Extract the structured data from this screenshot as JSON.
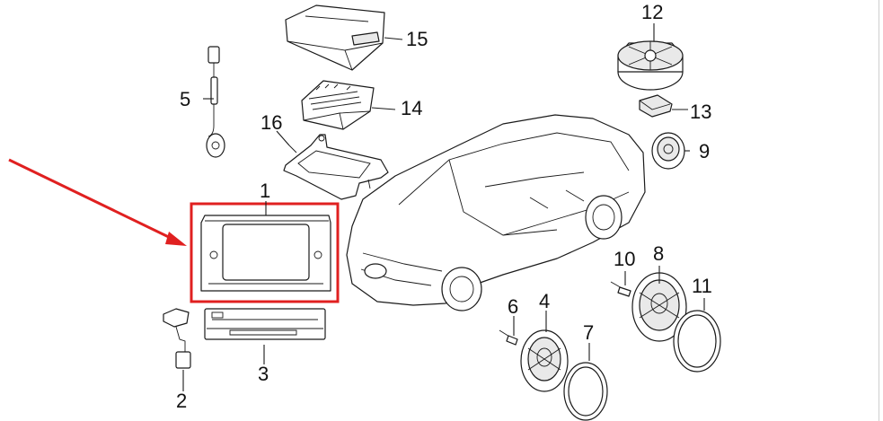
{
  "callouts": [
    {
      "id": "1",
      "label": "1"
    },
    {
      "id": "2",
      "label": "2"
    },
    {
      "id": "3",
      "label": "3"
    },
    {
      "id": "4",
      "label": "4"
    },
    {
      "id": "5",
      "label": "5"
    },
    {
      "id": "6",
      "label": "6"
    },
    {
      "id": "7",
      "label": "7"
    },
    {
      "id": "8",
      "label": "8"
    },
    {
      "id": "9",
      "label": "9"
    },
    {
      "id": "10",
      "label": "10"
    },
    {
      "id": "11",
      "label": "11"
    },
    {
      "id": "12",
      "label": "12"
    },
    {
      "id": "13",
      "label": "13"
    },
    {
      "id": "14",
      "label": "14"
    },
    {
      "id": "15",
      "label": "15"
    },
    {
      "id": "16",
      "label": "16"
    }
  ],
  "colors": {
    "highlight": "#e02020",
    "line": "#1a1a1a",
    "background": "#ffffff"
  },
  "highlighted_part": "1"
}
